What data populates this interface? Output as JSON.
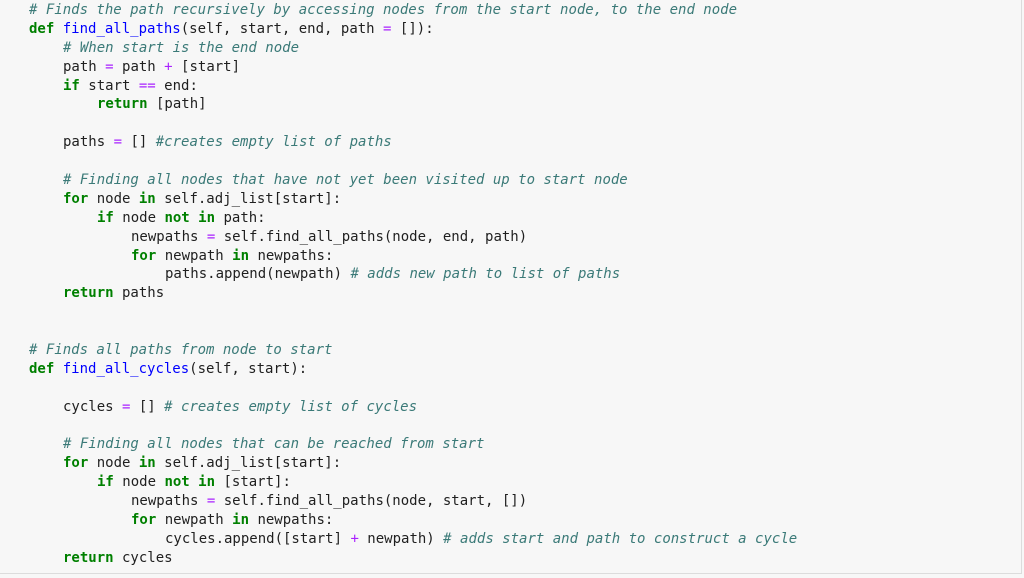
{
  "editor": {
    "lines": [
      {
        "indent": 0,
        "tokens": [
          [
            "cm",
            "# Finds the path recursively by accessing nodes from the start node, to the end node"
          ]
        ]
      },
      {
        "indent": 0,
        "tokens": [
          [
            "kw",
            "def"
          ],
          [
            "txt",
            " "
          ],
          [
            "fn",
            "find_all_paths"
          ],
          [
            "txt",
            "(self, start, end, path "
          ],
          [
            "op",
            "="
          ],
          [
            "txt",
            " []):"
          ]
        ]
      },
      {
        "indent": 1,
        "tokens": [
          [
            "cm",
            "# When start is the end node"
          ]
        ]
      },
      {
        "indent": 1,
        "tokens": [
          [
            "txt",
            "path "
          ],
          [
            "op",
            "="
          ],
          [
            "txt",
            " path "
          ],
          [
            "op",
            "+"
          ],
          [
            "txt",
            " [start]"
          ]
        ]
      },
      {
        "indent": 1,
        "tokens": [
          [
            "kw",
            "if"
          ],
          [
            "txt",
            " start "
          ],
          [
            "op",
            "=="
          ],
          [
            "txt",
            " end:"
          ]
        ]
      },
      {
        "indent": 2,
        "tokens": [
          [
            "kw",
            "return"
          ],
          [
            "txt",
            " [path]"
          ]
        ]
      },
      {
        "indent": 0,
        "tokens": []
      },
      {
        "indent": 1,
        "tokens": [
          [
            "txt",
            "paths "
          ],
          [
            "op",
            "="
          ],
          [
            "txt",
            " [] "
          ],
          [
            "cm",
            "#creates empty list of paths"
          ]
        ]
      },
      {
        "indent": 0,
        "tokens": []
      },
      {
        "indent": 1,
        "tokens": [
          [
            "cm",
            "# Finding all nodes that have not yet been visited up to start node"
          ]
        ]
      },
      {
        "indent": 1,
        "tokens": [
          [
            "kw",
            "for"
          ],
          [
            "txt",
            " node "
          ],
          [
            "kw",
            "in"
          ],
          [
            "txt",
            " self.adj_list[start]:"
          ]
        ]
      },
      {
        "indent": 2,
        "tokens": [
          [
            "kw",
            "if"
          ],
          [
            "txt",
            " node "
          ],
          [
            "kw",
            "not"
          ],
          [
            "txt",
            " "
          ],
          [
            "kw",
            "in"
          ],
          [
            "txt",
            " path:"
          ]
        ]
      },
      {
        "indent": 3,
        "tokens": [
          [
            "txt",
            "newpaths "
          ],
          [
            "op",
            "="
          ],
          [
            "txt",
            " self.find_all_paths(node, end, path)"
          ]
        ]
      },
      {
        "indent": 3,
        "tokens": [
          [
            "kw",
            "for"
          ],
          [
            "txt",
            " newpath "
          ],
          [
            "kw",
            "in"
          ],
          [
            "txt",
            " newpaths:"
          ]
        ]
      },
      {
        "indent": 4,
        "tokens": [
          [
            "txt",
            "paths.append(newpath) "
          ],
          [
            "cm",
            "# adds new path to list of paths"
          ]
        ]
      },
      {
        "indent": 1,
        "tokens": [
          [
            "kw",
            "return"
          ],
          [
            "txt",
            " paths"
          ]
        ]
      },
      {
        "indent": 0,
        "tokens": []
      },
      {
        "indent": 0,
        "tokens": []
      },
      {
        "indent": 0,
        "tokens": [
          [
            "cm",
            "# Finds all paths from node to start"
          ]
        ]
      },
      {
        "indent": 0,
        "tokens": [
          [
            "kw",
            "def"
          ],
          [
            "txt",
            " "
          ],
          [
            "fn",
            "find_all_cycles"
          ],
          [
            "txt",
            "(self, start):"
          ]
        ]
      },
      {
        "indent": 0,
        "tokens": []
      },
      {
        "indent": 1,
        "tokens": [
          [
            "txt",
            "cycles "
          ],
          [
            "op",
            "="
          ],
          [
            "txt",
            " [] "
          ],
          [
            "cm",
            "# creates empty list of cycles"
          ]
        ]
      },
      {
        "indent": 0,
        "tokens": []
      },
      {
        "indent": 1,
        "tokens": [
          [
            "cm",
            "# Finding all nodes that can be reached from start"
          ]
        ]
      },
      {
        "indent": 1,
        "tokens": [
          [
            "kw",
            "for"
          ],
          [
            "txt",
            " node "
          ],
          [
            "kw",
            "in"
          ],
          [
            "txt",
            " self.adj_list[start]:"
          ]
        ]
      },
      {
        "indent": 2,
        "tokens": [
          [
            "kw",
            "if"
          ],
          [
            "txt",
            " node "
          ],
          [
            "kw",
            "not"
          ],
          [
            "txt",
            " "
          ],
          [
            "kw",
            "in"
          ],
          [
            "txt",
            " [start]:"
          ]
        ]
      },
      {
        "indent": 3,
        "tokens": [
          [
            "txt",
            "newpaths "
          ],
          [
            "op",
            "="
          ],
          [
            "txt",
            " self.find_all_paths(node, start, [])"
          ]
        ]
      },
      {
        "indent": 3,
        "tokens": [
          [
            "kw",
            "for"
          ],
          [
            "txt",
            " newpath "
          ],
          [
            "kw",
            "in"
          ],
          [
            "txt",
            " newpaths:"
          ]
        ]
      },
      {
        "indent": 4,
        "tokens": [
          [
            "txt",
            "cycles.append([start] "
          ],
          [
            "op",
            "+"
          ],
          [
            "txt",
            " newpath) "
          ],
          [
            "cm",
            "# adds start and path to construct a cycle"
          ]
        ]
      },
      {
        "indent": 1,
        "tokens": [
          [
            "kw",
            "return"
          ],
          [
            "txt",
            " cycles"
          ]
        ]
      }
    ]
  }
}
